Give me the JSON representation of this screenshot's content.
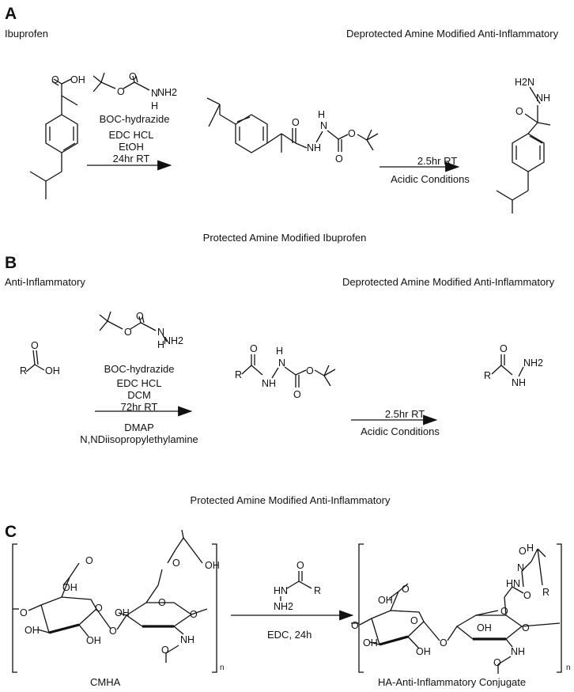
{
  "panels": {
    "a": "A",
    "b": "B",
    "c": "C"
  },
  "panel_a": {
    "start_label": "Ibuprofen",
    "product_label": "Deprotected Amine Modified Anti-Inflammatory",
    "reagent": "BOC-hydrazide",
    "conditions_1": [
      "EDC HCL",
      "EtOH",
      "24hr RT"
    ],
    "intermediate_label": "Protected Amine Modified Ibuprofen",
    "conditions_2": [
      "2.5hr RT",
      "Acidic Conditions"
    ]
  },
  "panel_b": {
    "start_label": "Anti-Inflammatory",
    "product_label": "Deprotected Amine Modified Anti-Inflammatory",
    "reagent": "BOC-hydrazide",
    "conditions_1_above": [
      "EDC HCL",
      "DCM",
      "72hr RT"
    ],
    "conditions_1_below": [
      "DMAP",
      "N,NDiisopropylethylamine"
    ],
    "intermediate_label": "Protected Amine Modified Anti-Inflammatory",
    "conditions_2": [
      "2.5hr RT",
      "Acidic Conditions"
    ]
  },
  "panel_c": {
    "start_label": "CMHA",
    "product_label": "HA-Anti-Inflammatory Conjugate",
    "conditions": "EDC, 24h",
    "repeat_subscript": "n"
  },
  "atoms": {
    "OH": "OH",
    "O": "O",
    "N": "N",
    "H": "H",
    "NH": "NH",
    "HN": "HN",
    "NH2": "NH2",
    "H2N": "H2N",
    "R": "R"
  }
}
